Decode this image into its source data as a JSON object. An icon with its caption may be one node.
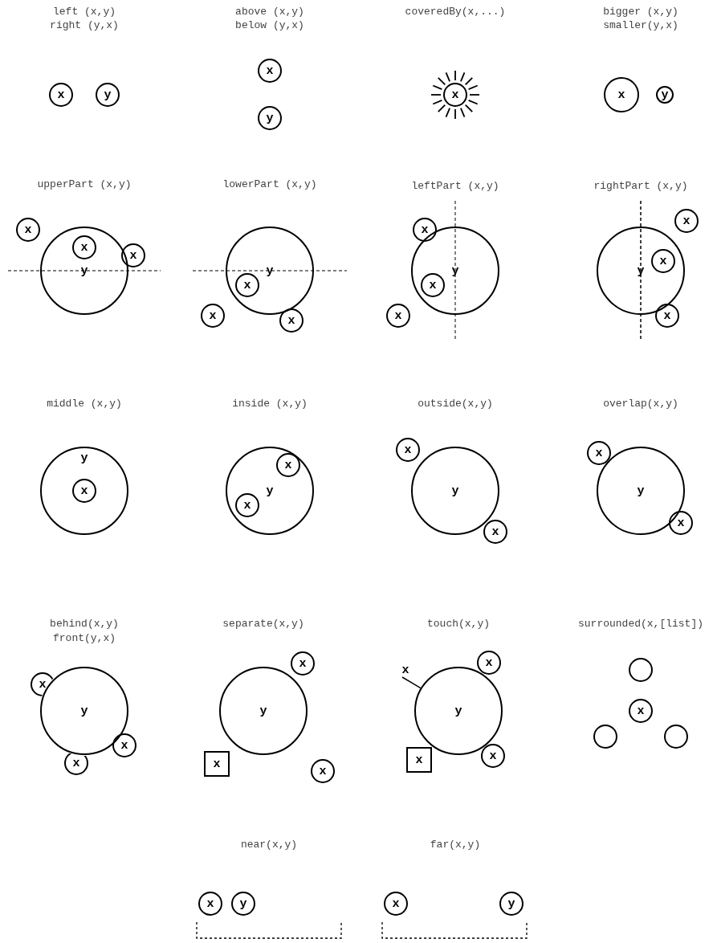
{
  "diagram": {
    "nodes": [
      {
        "text": [
          "x"
        ]
      },
      {
        "text": [
          "y"
        ]
      },
      {
        "text": [
          "x"
        ]
      },
      {
        "text": [
          "y"
        ]
      },
      {
        "text": [
          "x"
        ]
      },
      {
        "text": [
          "x"
        ]
      },
      {
        "text": [
          "y"
        ]
      },
      {
        "text": [
          "y"
        ]
      },
      {
        "text": [
          "x"
        ]
      },
      {
        "text": [
          "x"
        ],
        "in": 7
      },
      {
        "text": [
          "x"
        ]
      },
      {
        "text": [
          "y"
        ]
      },
      {
        "text": [
          "x"
        ],
        "in": 11
      },
      {
        "text": [
          "x"
        ]
      },
      {
        "text": [
          "x"
        ]
      },
      {
        "text": [
          "y"
        ]
      },
      {
        "text": [
          "x"
        ]
      },
      {
        "text": [
          "x"
        ],
        "in": 15
      },
      {
        "text": [
          "x"
        ]
      },
      {
        "text": [
          "y"
        ]
      },
      {
        "text": [
          "x"
        ]
      },
      {
        "text": [
          "x"
        ],
        "in": 19
      },
      {
        "text": [
          "x"
        ]
      },
      {
        "text": [
          "y"
        ]
      },
      {
        "text": [
          "x"
        ],
        "in": 23
      },
      {
        "text": [
          "y"
        ]
      },
      {
        "text": [
          "x"
        ],
        "in": 25
      },
      {
        "text": [
          "x"
        ],
        "in": 25
      },
      {
        "text": [
          "y"
        ]
      },
      {
        "text": [
          "x"
        ]
      },
      {
        "text": [
          "x"
        ]
      },
      {
        "text": [
          "y"
        ]
      },
      {
        "text": [
          "x"
        ]
      },
      {
        "text": [
          "x"
        ]
      },
      {
        "text": [
          "y"
        ]
      },
      {
        "text": [
          "x"
        ]
      },
      {
        "text": [
          "x"
        ]
      },
      {
        "text": [
          "x"
        ]
      },
      {
        "text": [
          "y"
        ]
      },
      {
        "text": [
          "x"
        ]
      },
      {
        "text": [
          "x"
        ]
      },
      {
        "text": [
          "x"
        ]
      },
      {
        "text": [
          "x"
        ]
      },
      {
        "text": [
          "x"
        ]
      },
      {
        "text": [
          "y"
        ]
      },
      {
        "text": [
          "x"
        ]
      },
      {
        "text": [
          "x"
        ]
      },
      {
        "text": [],
        "shape": "circle"
      },
      {
        "text": [
          "x"
        ]
      },
      {
        "text": [],
        "shape": "circle"
      },
      {
        "text": [],
        "shape": "circle"
      },
      {
        "text": [
          "x"
        ]
      },
      {
        "text": [
          "y"
        ]
      },
      {
        "text": [
          "x"
        ]
      },
      {
        "text": [
          "y"
        ]
      }
    ],
    "edges": [
      {
        "from": 42,
        "to": 44,
        "arrow": "none"
      }
    ],
    "labels": [
      "left (x,y)",
      "right (y,x)",
      "above (x,y)",
      "below (y,x)",
      "coveredBy(x,...)",
      "bigger (x,y)",
      "smaller(y,x)",
      "upperPart (x,y)",
      "lowerPart (x,y)",
      "leftPart (x,y)",
      "rightPart (x,y)",
      "middle (x,y)",
      "inside (x,y)",
      "outside(x,y)",
      "overlap(x,y)",
      "behind(x,y)",
      "front(y,x)",
      "separate(x,y)",
      "touch(x,y)",
      "surrounded(x,[list])",
      "near(x,y)",
      "far(x,y)"
    ]
  }
}
